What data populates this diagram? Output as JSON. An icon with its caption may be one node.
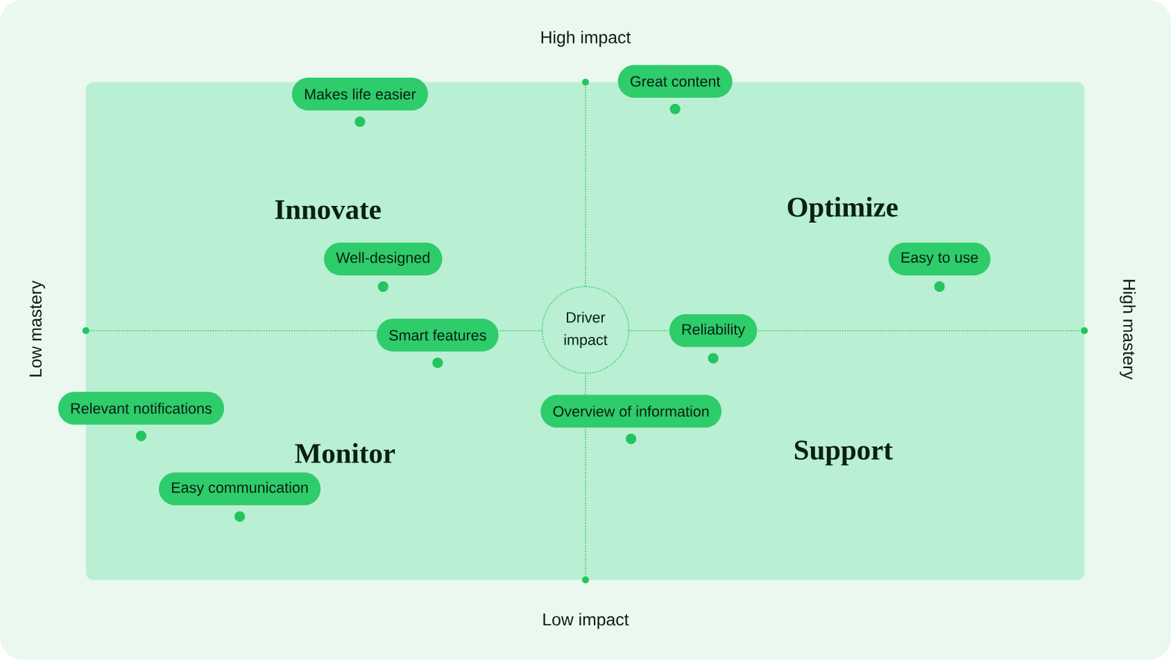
{
  "diagram": {
    "nodes": [
      {
        "text": [
          "Great content"
        ]
      },
      {
        "text": [
          "Makes life easier"
        ]
      },
      {
        "text": [
          "Well-designed"
        ]
      },
      {
        "text": [
          "Easy to use"
        ]
      },
      {
        "text": [
          "Smart features"
        ]
      },
      {
        "text": [
          "Driver impact"
        ]
      },
      {
        "text": [
          "Reliability"
        ]
      },
      {
        "text": [
          "Overview of information"
        ]
      },
      {
        "text": [
          "Relevant notifications"
        ]
      },
      {
        "text": [
          "Easy communication"
        ]
      }
    ],
    "labels": [
      "High impact",
      "Innovate",
      "Optimize",
      "Low mastery",
      "High mastery",
      "Monitor",
      "Support",
      "Low impact"
    ]
  }
}
